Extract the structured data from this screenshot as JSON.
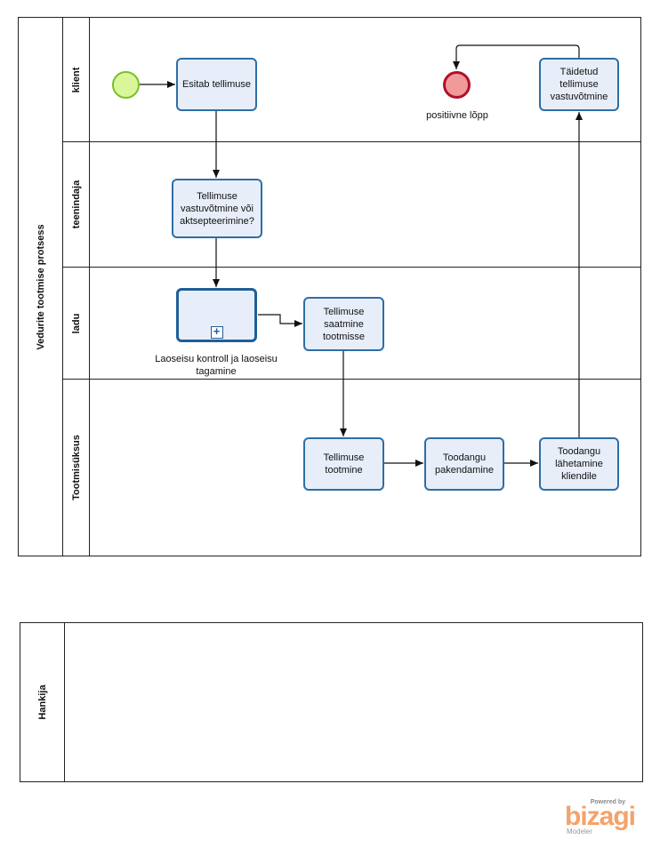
{
  "pools": {
    "main": {
      "name": "Vedurite tootmise protsess"
    },
    "supplier": {
      "name": "Hankija"
    }
  },
  "lanes": [
    {
      "name": "klient"
    },
    {
      "name": "teenindaja"
    },
    {
      "name": "ladu"
    },
    {
      "name": "Tootmisüksus"
    }
  ],
  "tasks": {
    "t1": "Esitab tellimuse",
    "t2": "Tellimuse vastuvõtmine või aktsepteerimine?",
    "t3": "Tellimuse saatmine tootmisse",
    "t4": "Tellimuse tootmine",
    "t5": "Toodangu pakendamine",
    "t6": "Toodangu lähetamine kliendile",
    "t7": "Täidetud tellimuse vastuvõtmine"
  },
  "subprocess": {
    "label": "Laoseisu kontroll ja laoseisu tagamine",
    "marker": "+"
  },
  "events": {
    "start": {
      "color": "#d9f79a",
      "stroke": "#7cbf2a"
    },
    "end": {
      "label": "positiivne lõpp",
      "color": "#f09a9a",
      "stroke": "#b3102a"
    }
  },
  "branding": {
    "powered": "Powered by",
    "logo": "bizagi",
    "product": "Modeler"
  }
}
